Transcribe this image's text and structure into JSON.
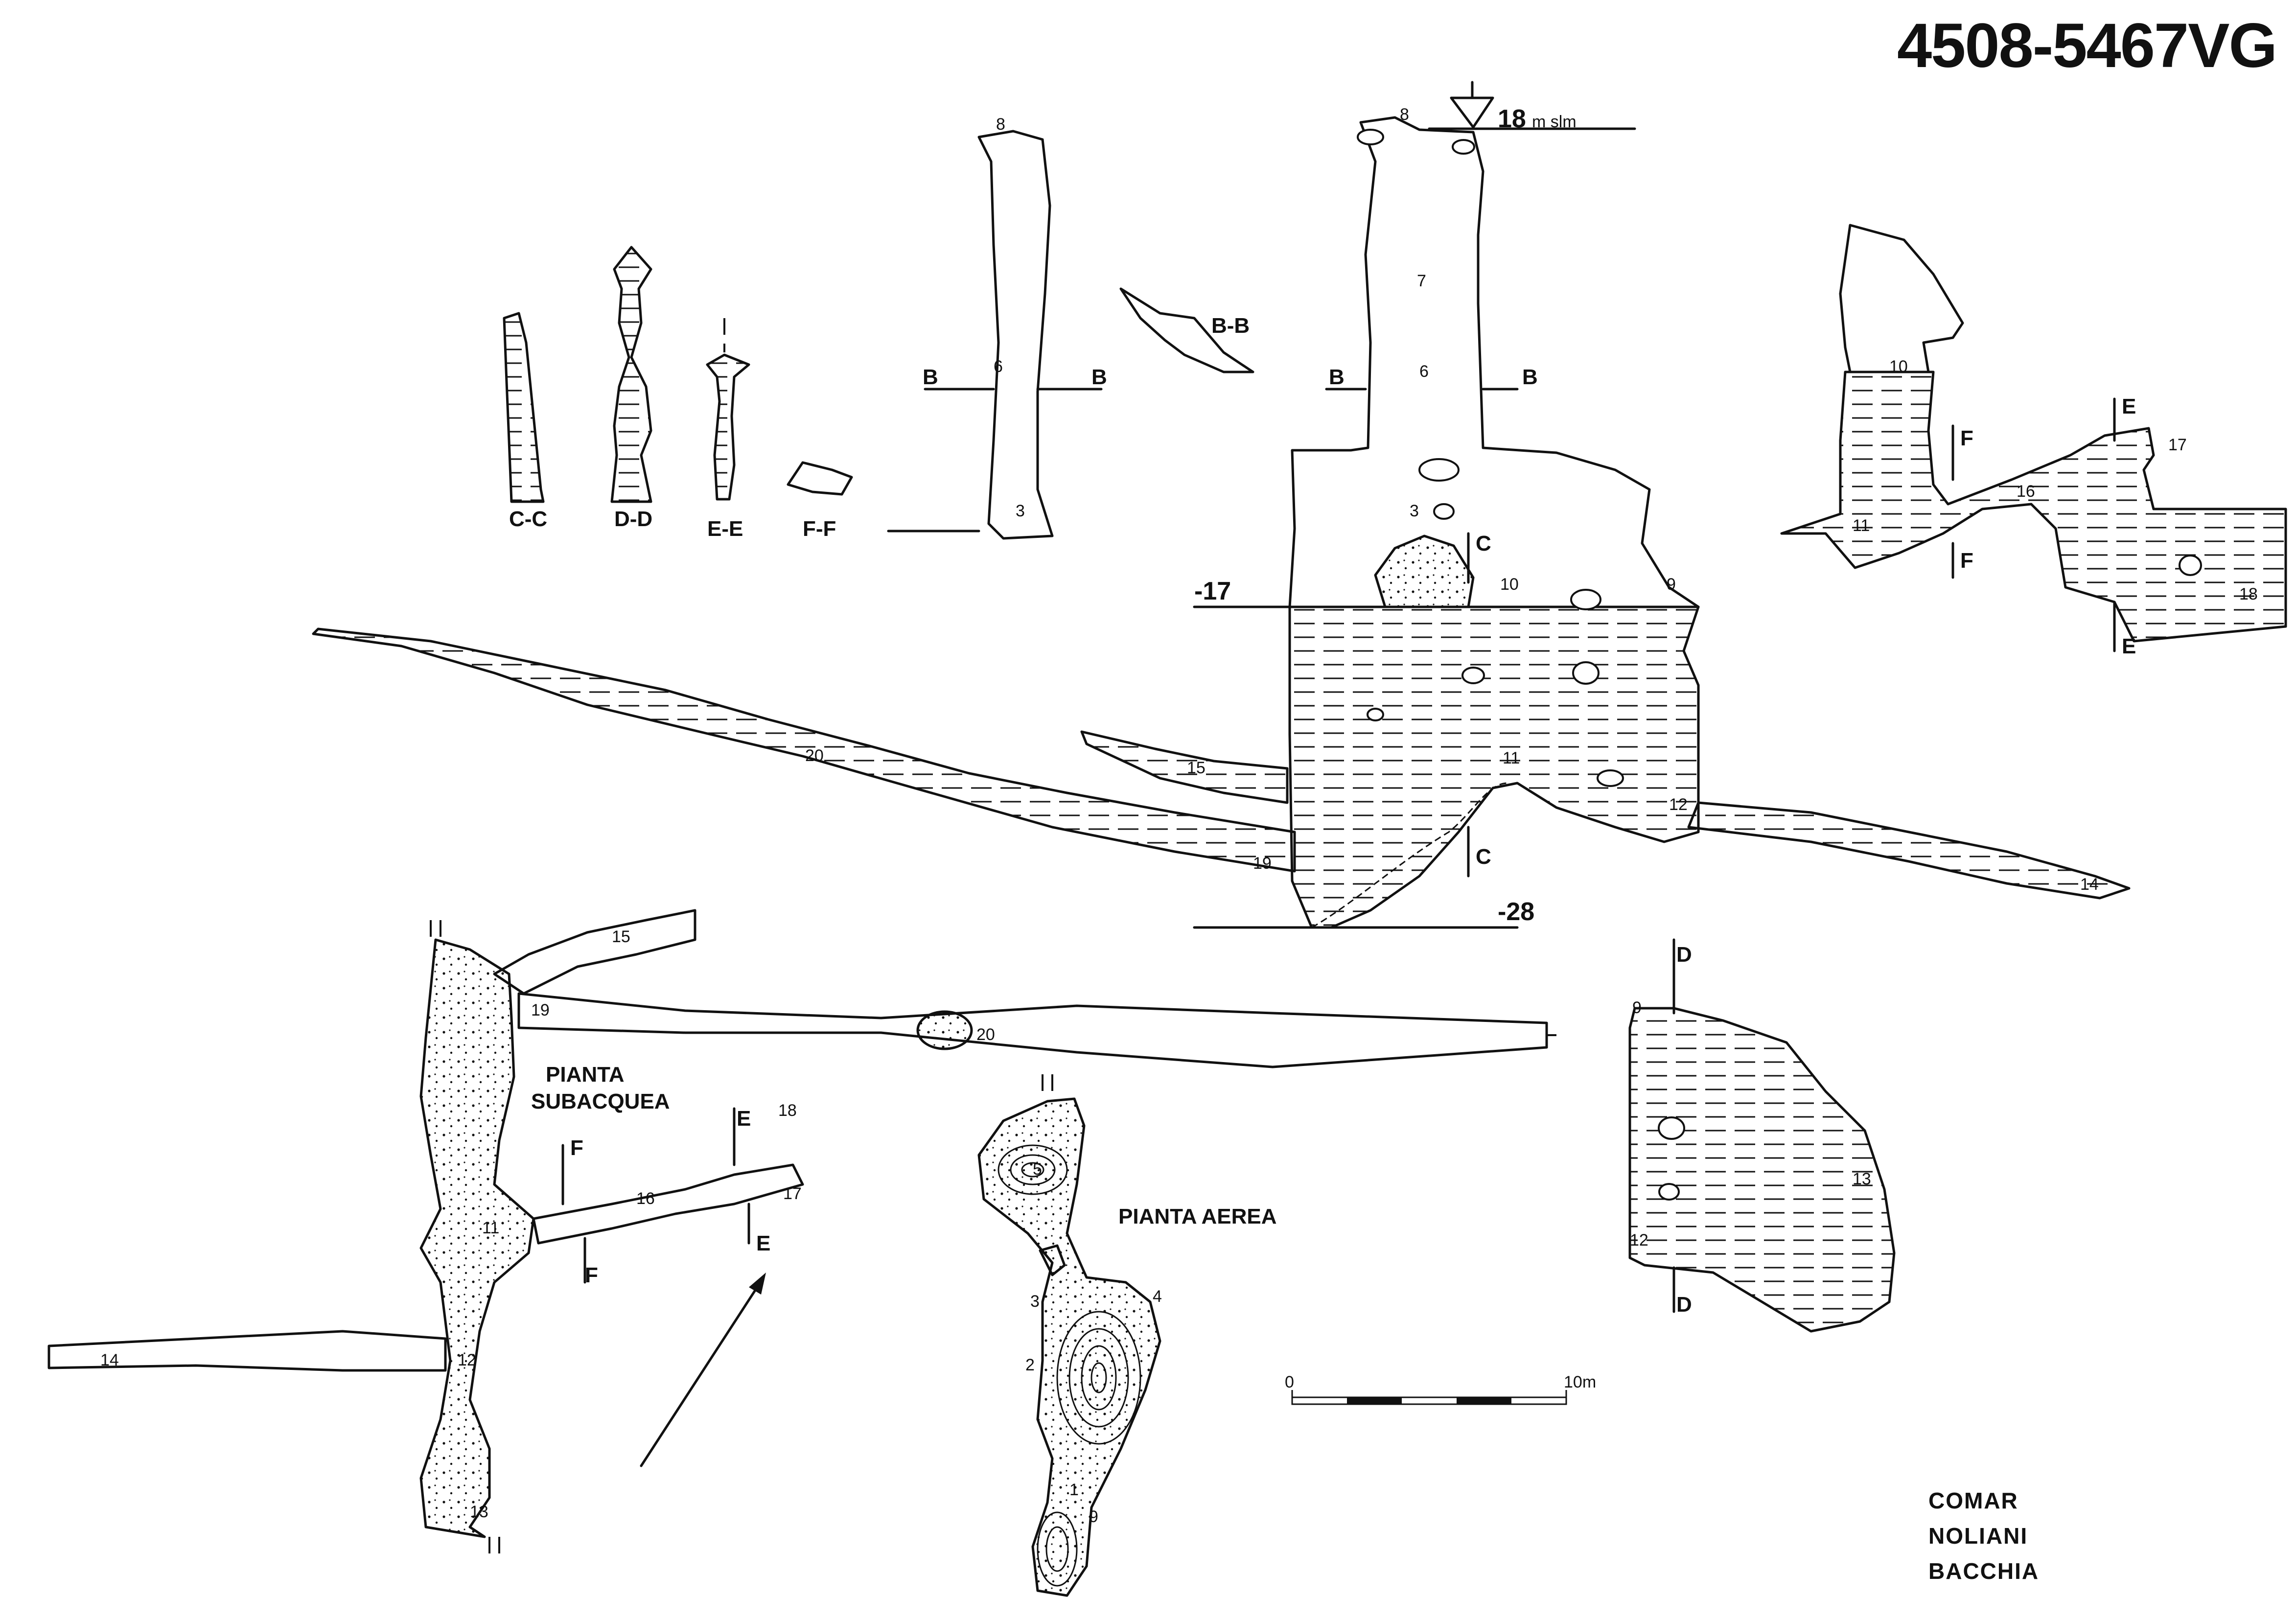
{
  "drawing_code": "4508-5467VG",
  "datum_label": "18",
  "datum_unit": "m slm",
  "depth_labels": {
    "mid": "-17",
    "bottom": "-28"
  },
  "section_titles": {
    "cc": "C-C",
    "dd": "D-D",
    "ee": "E-E",
    "ff": "F-F",
    "bb": "B-B"
  },
  "section_letters": {
    "b": "B",
    "c": "C",
    "d": "D",
    "e": "E",
    "f": "F"
  },
  "plan_titles": {
    "underwater_1": "PIANTA",
    "underwater_2": "SUBACQUEA",
    "aerial": "PIANTA AEREA"
  },
  "scale_bar": {
    "start": "0",
    "end": "10m",
    "length_m": 10
  },
  "authors": [
    "COMAR",
    "NOLIANI",
    "BACCHIA"
  ],
  "stations": [
    "1",
    "2",
    "3",
    "4",
    "5",
    "6",
    "7",
    "8",
    "9",
    "10",
    "11",
    "12",
    "13",
    "14",
    "15",
    "16",
    "17",
    "18",
    "19",
    "20"
  ],
  "colors": {
    "ink": "#111111",
    "paper": "#ffffff"
  }
}
